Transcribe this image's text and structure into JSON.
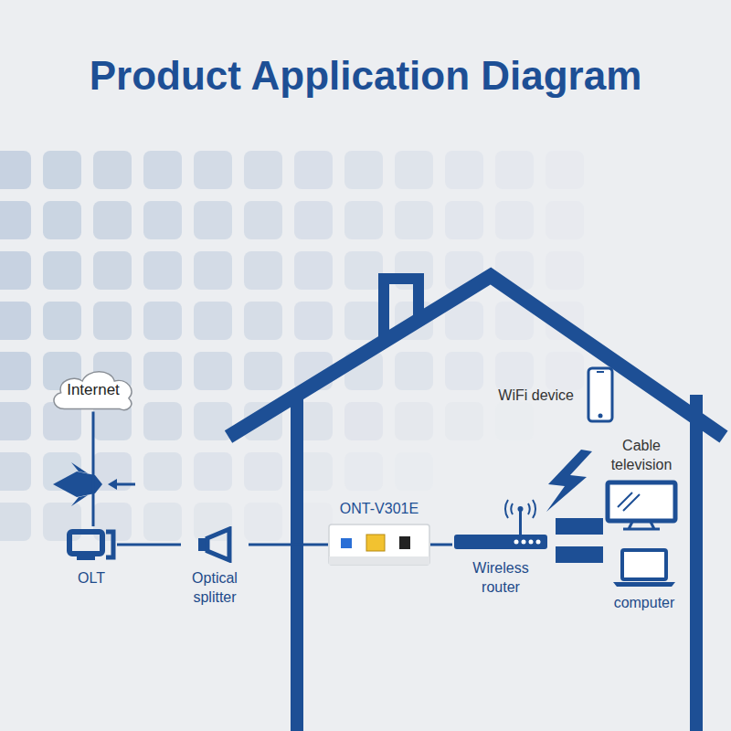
{
  "diagram": {
    "title": "Product Application Diagram",
    "nodes": [
      {
        "text": [
          "Internet"
        ]
      },
      {
        "text": [
          "OLT"
        ]
      },
      {
        "text": [
          "Optical splitter"
        ]
      },
      {
        "text": [
          "ONT-V301E"
        ]
      },
      {
        "text": [
          "Wireless router"
        ]
      },
      {
        "text": [
          "WiFi device"
        ]
      },
      {
        "text": [
          "Cable television"
        ]
      },
      {
        "text": [
          "computer"
        ]
      }
    ],
    "edges": [
      {
        "from": 0,
        "to": 1,
        "arrow": "none"
      },
      {
        "from": 1,
        "to": 2,
        "arrow": "none"
      },
      {
        "from": 2,
        "to": 3,
        "arrow": "none"
      },
      {
        "from": 3,
        "to": 4,
        "arrow": "none"
      }
    ]
  }
}
